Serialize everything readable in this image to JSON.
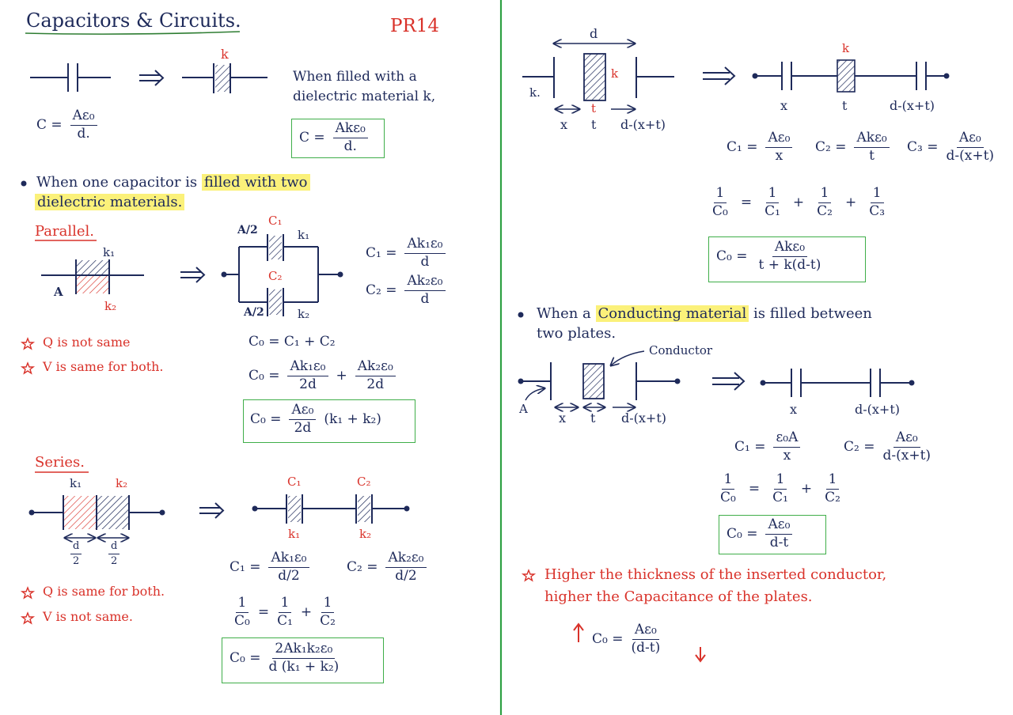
{
  "title": "Capacitors & Circuits.",
  "page_code": "PR14",
  "colors": {
    "ink": "#1e2a5a",
    "red": "#d9322a",
    "highlight": "#fbf17a",
    "box_green": "#3fae49",
    "divider": "#2ea043"
  },
  "intro": {
    "dielectric_label": "k",
    "filled_note_line1": "When filled with a",
    "filled_note_line2": "dielectric material k,",
    "c_lhs": "C =",
    "c_num": "Aε₀",
    "c_den": "d.",
    "ck_num": "Akε₀",
    "ck_den": "d."
  },
  "two_dielectrics": {
    "bullet_line1_pre": "When one capacitor is ",
    "bullet_line1_hl": "filled with two",
    "bullet_line2_hl": "dielectric materials."
  },
  "parallel": {
    "heading": "Parallel.",
    "k1": "k₁",
    "k2": "k₂",
    "area": "A",
    "half_area_top": "A/2",
    "half_area_bottom": "A/2",
    "c1": "C₁",
    "c2": "C₂",
    "eq_c1_lhs": "C₁ =",
    "eq_c1_num": "Ak₁ε₀",
    "eq_c1_den": "d",
    "eq_c2_lhs": "C₂ =",
    "eq_c2_num": "Ak₂ε₀",
    "eq_c2_den": "d",
    "note_q": "Q is not same",
    "note_v": "V is same for both.",
    "sum": "C₀ = C₁ + C₂",
    "expand_lhs": "C₀ =",
    "expand_n1": "Ak₁ε₀",
    "expand_d1": "2d",
    "expand_n2": "Ak₂ε₀",
    "expand_d2": "2d",
    "final_lhs": "C₀ =",
    "final_num": "Aε₀",
    "final_den": "2d",
    "final_rest": "(k₁ + k₂)"
  },
  "series": {
    "heading": "Series.",
    "k1": "k₁",
    "k2": "k₂",
    "half_num": "d",
    "half_den": "2",
    "c1": "C₁",
    "c2": "C₂",
    "eq_c1_lhs": "C₁ =",
    "eq_c1_num": "Ak₁ε₀",
    "eq_c1_den": "d/2",
    "eq_c2_lhs": "C₂ =",
    "eq_c2_num": "Ak₂ε₀",
    "eq_c2_den": "d/2",
    "note_q": "Q is same for both.",
    "note_v": "V is not same.",
    "inv_lhs_num": "1",
    "inv_lhs_den": "C₀",
    "inv_1_num": "1",
    "inv_1_den": "C₁",
    "inv_2_num": "1",
    "inv_2_den": "C₂",
    "final_lhs": "C₀ =",
    "final_num": "2Ak₁k₂ε₀",
    "final_den": "d (k₁ + k₂)"
  },
  "slab": {
    "d": "d",
    "k_left": "k.",
    "k_slab": "k",
    "t": "t",
    "x": "x",
    "rest": "d-(x+t)",
    "c1_lhs": "C₁ =",
    "c1_num": "Aε₀",
    "c1_den": "x",
    "c2_lhs": "C₂ =",
    "c2_num": "Akε₀",
    "c2_den": "t",
    "c3_lhs": "C₃ =",
    "c3_num": "Aε₀",
    "c3_den": "d-(x+t)",
    "inv_den0": "C₀",
    "inv_den1": "C₁",
    "inv_den2": "C₂",
    "inv_den3": "C₃",
    "one": "1",
    "final_lhs": "C₀ =",
    "final_num": "Akε₀",
    "final_den": "t + k(d-t)"
  },
  "conductor": {
    "bullet_pre": "When a ",
    "bullet_hl": "Conducting material",
    "bullet_post": " is filled between",
    "bullet_line2": "two plates.",
    "label": "Conductor",
    "area": "A",
    "x": "x",
    "t": "t",
    "rest": "d-(x+t)",
    "c1_lhs": "C₁ =",
    "c1_num": "ε₀A",
    "c1_den": "x",
    "c2_lhs": "C₂ =",
    "c2_num": "Aε₀",
    "c2_den": "d-(x+t)",
    "one": "1",
    "den0": "C₀",
    "den1": "C₁",
    "den2": "C₂",
    "final_lhs": "C₀ =",
    "final_num": "Aε₀",
    "final_den": "d-t",
    "note_line1": "Higher the thickness of the inserted conductor,",
    "note_line2": "higher the Capacitance of the plates.",
    "up_lhs": "C₀ =",
    "up_num": "Aε₀",
    "up_den": "(d-t)"
  }
}
